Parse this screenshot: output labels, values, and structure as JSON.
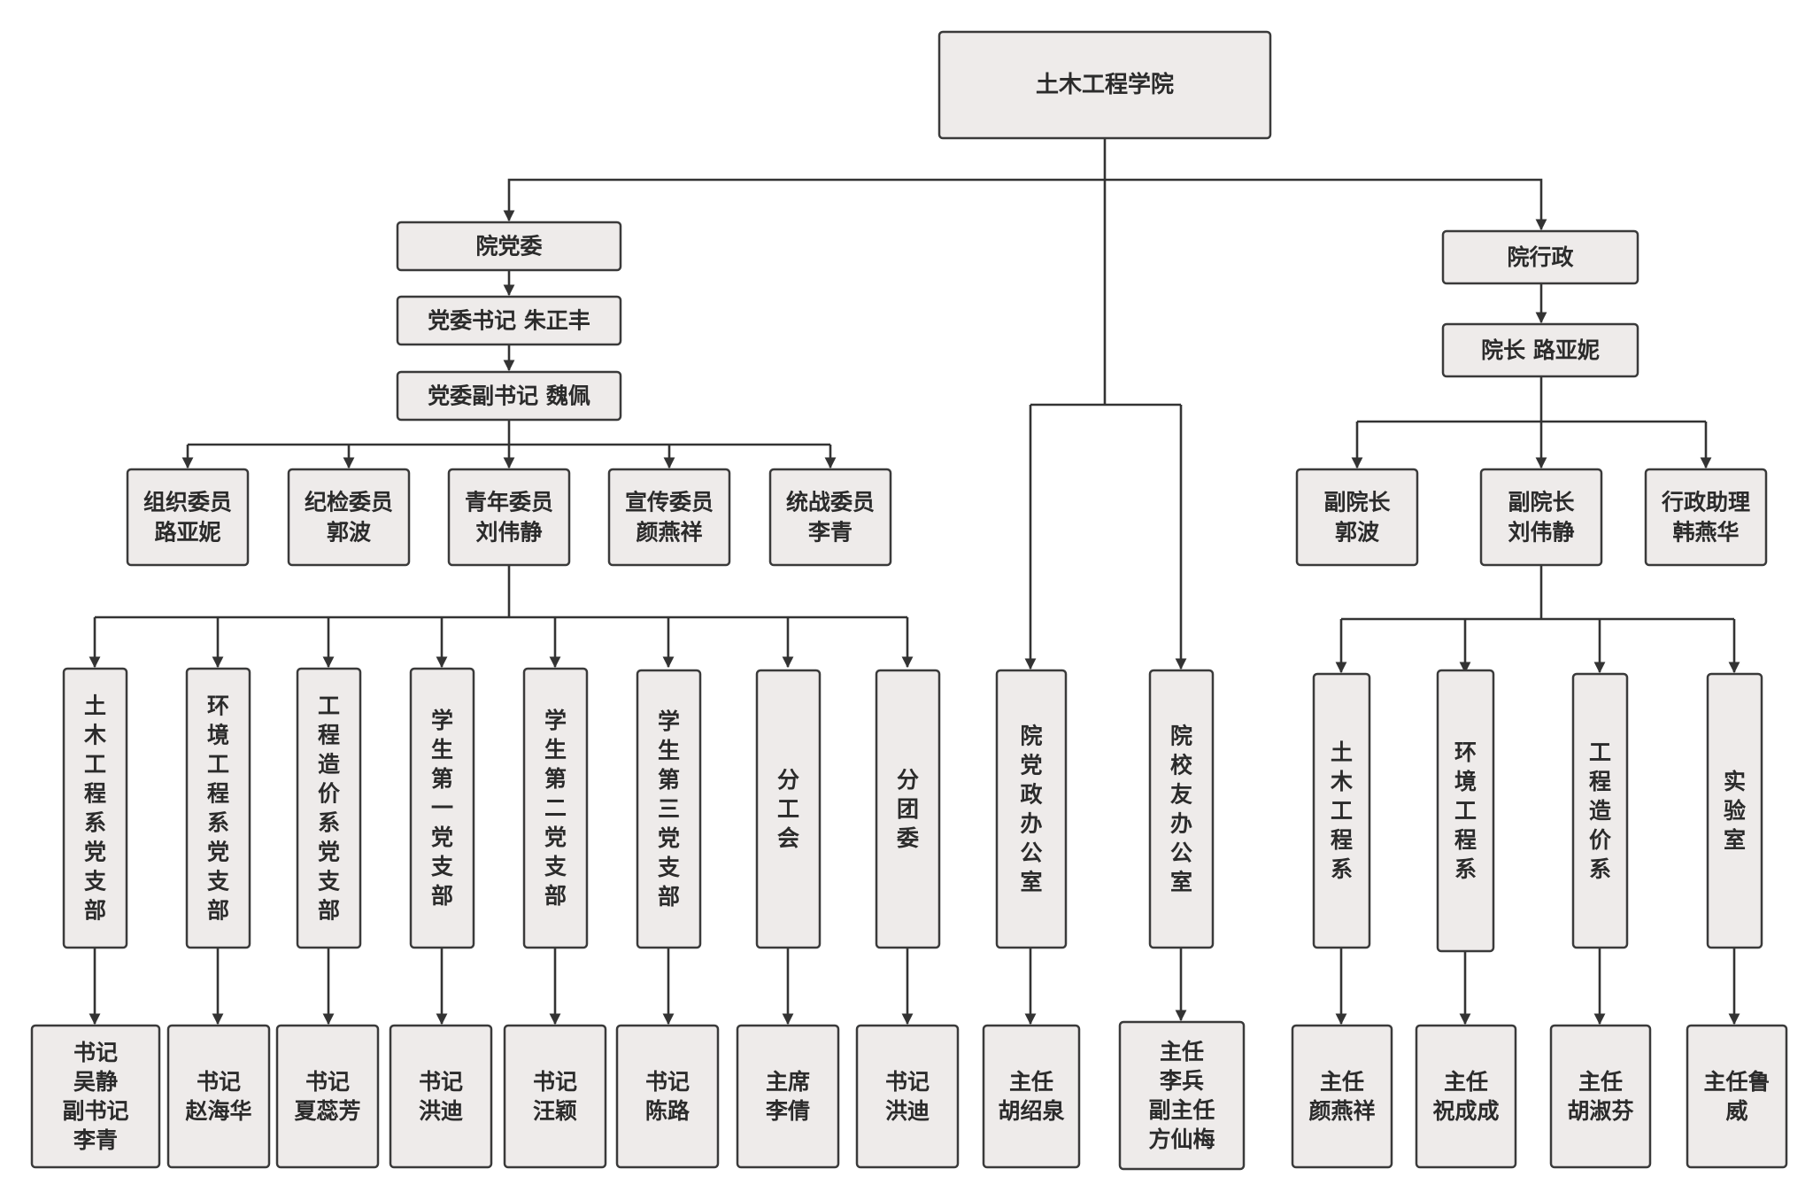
{
  "nodes": {
    "root": [
      "土木工程学院"
    ],
    "party": [
      "院党委"
    ],
    "party_sec": [
      "党委书记  朱正丰"
    ],
    "party_dep": [
      "党委副书记 魏佩"
    ],
    "m1": [
      "组织委员",
      "路亚妮"
    ],
    "m2": [
      "纪检委员",
      "郭波"
    ],
    "m3": [
      "青年委员",
      "刘伟静"
    ],
    "m4": [
      "宣传委员",
      "颜燕祥"
    ],
    "m5": [
      "统战委员",
      "李青"
    ],
    "b1": [
      "土",
      "木",
      "工",
      "程",
      "系",
      "党",
      "支",
      "部"
    ],
    "b2": [
      "环",
      "境",
      "工",
      "程",
      "系",
      "党",
      "支",
      "部"
    ],
    "b3": [
      "工",
      "程",
      "造",
      "价",
      "系",
      "党",
      "支",
      "部"
    ],
    "b4": [
      "学",
      "生",
      "第",
      "一",
      "党",
      "支",
      "部"
    ],
    "b5": [
      "学",
      "生",
      "第",
      "二",
      "党",
      "支",
      "部"
    ],
    "b6": [
      "学",
      "生",
      "第",
      "三",
      "党",
      "支",
      "部"
    ],
    "b7": [
      "分",
      "工",
      "会"
    ],
    "b8": [
      "分",
      "团",
      "委"
    ],
    "l1": [
      "书记",
      "吴静",
      "副书记",
      "李青"
    ],
    "l2": [
      "书记",
      "赵海华"
    ],
    "l3": [
      "书记",
      "夏蕊芳"
    ],
    "l4": [
      "书记",
      "洪迪"
    ],
    "l5": [
      "书记",
      "汪颖"
    ],
    "l6": [
      "书记",
      "陈路"
    ],
    "l7": [
      "主席",
      "李倩"
    ],
    "l8": [
      "书记",
      "洪迪"
    ],
    "o1": [
      "院",
      "党",
      "政",
      "办",
      "公",
      "室"
    ],
    "o2": [
      "院",
      "校",
      "友",
      "办",
      "公",
      "室"
    ],
    "ol1": [
      "主任",
      "胡绍泉"
    ],
    "ol2": [
      "主任",
      "李兵",
      "副主任",
      "方仙梅"
    ],
    "admin": [
      "院行政"
    ],
    "dean": [
      "院长  路亚妮"
    ],
    "v1": [
      "副院长",
      "郭波"
    ],
    "v2": [
      "副院长",
      "刘伟静"
    ],
    "v3": [
      "行政助理",
      "韩燕华"
    ],
    "d1": [
      "土",
      "木",
      "工",
      "程",
      "系"
    ],
    "d2": [
      "环",
      "境",
      "工",
      "程",
      "系"
    ],
    "d3": [
      "工",
      "程",
      "造",
      "价",
      "系"
    ],
    "d4": [
      "实",
      "验",
      "室"
    ],
    "dl1": [
      "主任",
      "颜燕祥"
    ],
    "dl2": [
      "主任",
      "祝成成"
    ],
    "dl3": [
      "主任",
      "胡淑芬"
    ],
    "dl4": [
      "主任鲁",
      "威"
    ]
  },
  "colors": {
    "box_fill": "#eeebea",
    "box_stroke": "#3a3a3a",
    "line": "#333333",
    "text": "#2b2b2b"
  }
}
